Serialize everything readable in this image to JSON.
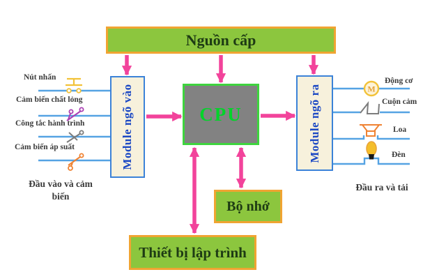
{
  "diagram": {
    "blocks": {
      "power": "Nguồn cấp",
      "input_module": "Module ngõ vào",
      "cpu": "CPU",
      "output_module": "Module ngõ ra",
      "memory": "Bộ nhớ",
      "programmer": "Thiết bị lập trình"
    },
    "inputs": {
      "items": [
        {
          "label": "Nút nhấn",
          "icon": "push-button-icon"
        },
        {
          "label": "Cảm biến chất lỏng",
          "icon": "liquid-sensor-switch-icon"
        },
        {
          "label": "Công tắc hành trình",
          "icon": "limit-switch-icon"
        },
        {
          "label": "Cảm biến áp suất",
          "icon": "pressure-switch-icon"
        }
      ],
      "caption_lines": [
        "Đầu vào và cảm",
        "biến"
      ]
    },
    "outputs": {
      "items": [
        {
          "label": "Động cơ",
          "icon": "motor-icon"
        },
        {
          "label": "Cuộn cảm",
          "icon": "inductor-icon"
        },
        {
          "label": "Loa",
          "icon": "speaker-icon"
        },
        {
          "label": "Đèn",
          "icon": "lamp-icon"
        }
      ],
      "motor_letter": "M",
      "caption": "Đầu ra và tải"
    },
    "colors": {
      "box_green": "#8CC63E",
      "box_border_orange": "#F0A432",
      "text_green_dark": "#1E3B14",
      "arrow_pink": "#F2439B",
      "line_blue": "#55A3E3",
      "module_fill": "#F7F1DC",
      "module_border": "#3B82D8",
      "module_text": "#1C49C4",
      "cpu_fill": "#828282",
      "cpu_border": "#3ED43E",
      "cpu_text": "#02D42A",
      "icon_yellow": "#F2C238",
      "icon_purple": "#AA3FB4",
      "icon_gray": "#7C7C7C",
      "icon_orange": "#EF8232",
      "text_dark": "#3A3A3A"
    }
  }
}
